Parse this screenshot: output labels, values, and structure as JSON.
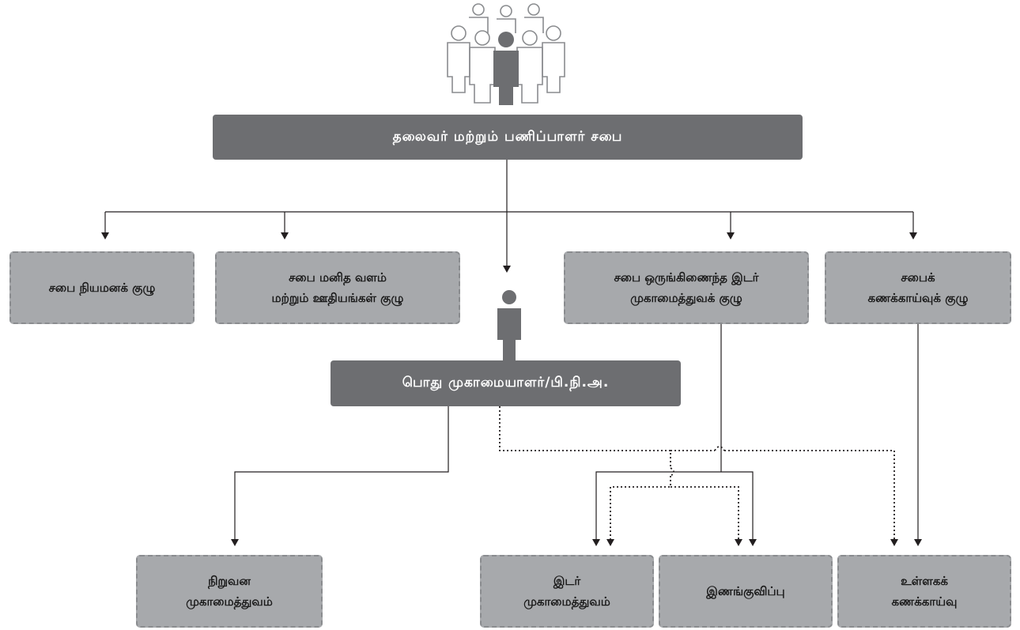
{
  "diagram": {
    "top_box": "தலைவர் மற்றும் பணிப்பாளர் சபை",
    "committees": [
      {
        "lines": [
          "சபை நியமனக் குழு"
        ]
      },
      {
        "lines": [
          "சபை மனித வளம்",
          "மற்றும் ஊதியங்கள் குழு"
        ]
      },
      {
        "lines": [
          "சபை ஒருங்கிணைந்த இடர்",
          "முகாமைத்துவக் குழு"
        ]
      },
      {
        "lines": [
          "சபைக்",
          "கணக்காய்வுக் குழு"
        ]
      }
    ],
    "manager_box": "பொது முகாமையாளர்/பி.நி.அ.",
    "departments": [
      {
        "lines": [
          "நிறுவன",
          "முகாமைத்துவம்"
        ]
      },
      {
        "lines": [
          "இடர்",
          "முகாமைத்துவம்"
        ]
      },
      {
        "lines": [
          "இணங்குவிப்பு"
        ]
      },
      {
        "lines": [
          "உள்ளகக்",
          "கணக்காய்வு"
        ]
      }
    ]
  },
  "colors": {
    "dark_box": "#6d6e71",
    "light_box": "#a7a9ac",
    "line": "#231f20"
  },
  "icons": [
    "people-group-icon",
    "person-icon"
  ]
}
